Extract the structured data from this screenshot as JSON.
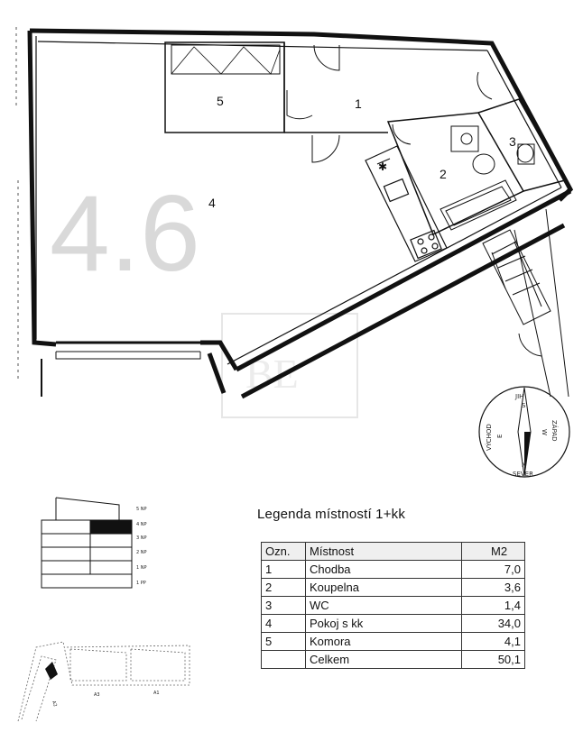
{
  "plan": {
    "rooms": [
      {
        "number": "1"
      },
      {
        "number": "2"
      },
      {
        "number": "3"
      },
      {
        "number": "4"
      },
      {
        "number": "5"
      }
    ],
    "watermark_number": "4.6"
  },
  "compass": {
    "labels": [
      "JIH",
      "S",
      "ZÁPAD",
      "W",
      "SEVER",
      "N",
      "VÝCHOD",
      "E"
    ]
  },
  "floors": [
    "5 NP",
    "4 NP",
    "3 NP",
    "2 NP",
    "1 NP",
    "1 PP"
  ],
  "site": {
    "labels": [
      "A3",
      "A1",
      "A2"
    ]
  },
  "legend": {
    "title": "Legenda místností 1+kk",
    "headers": [
      "Ozn.",
      "Místnost",
      "M2"
    ],
    "rows": [
      {
        "ozn": "1",
        "name": "Chodba",
        "area": "7,0"
      },
      {
        "ozn": "2",
        "name": "Koupelna",
        "area": "3,6"
      },
      {
        "ozn": "3",
        "name": "WC",
        "area": "1,4"
      },
      {
        "ozn": "4",
        "name": "Pokoj s kk",
        "area": "34,0"
      },
      {
        "ozn": "5",
        "name": "Komora",
        "area": "4,1"
      },
      {
        "ozn": "",
        "name": "Celkem",
        "area": "50,1"
      }
    ]
  }
}
